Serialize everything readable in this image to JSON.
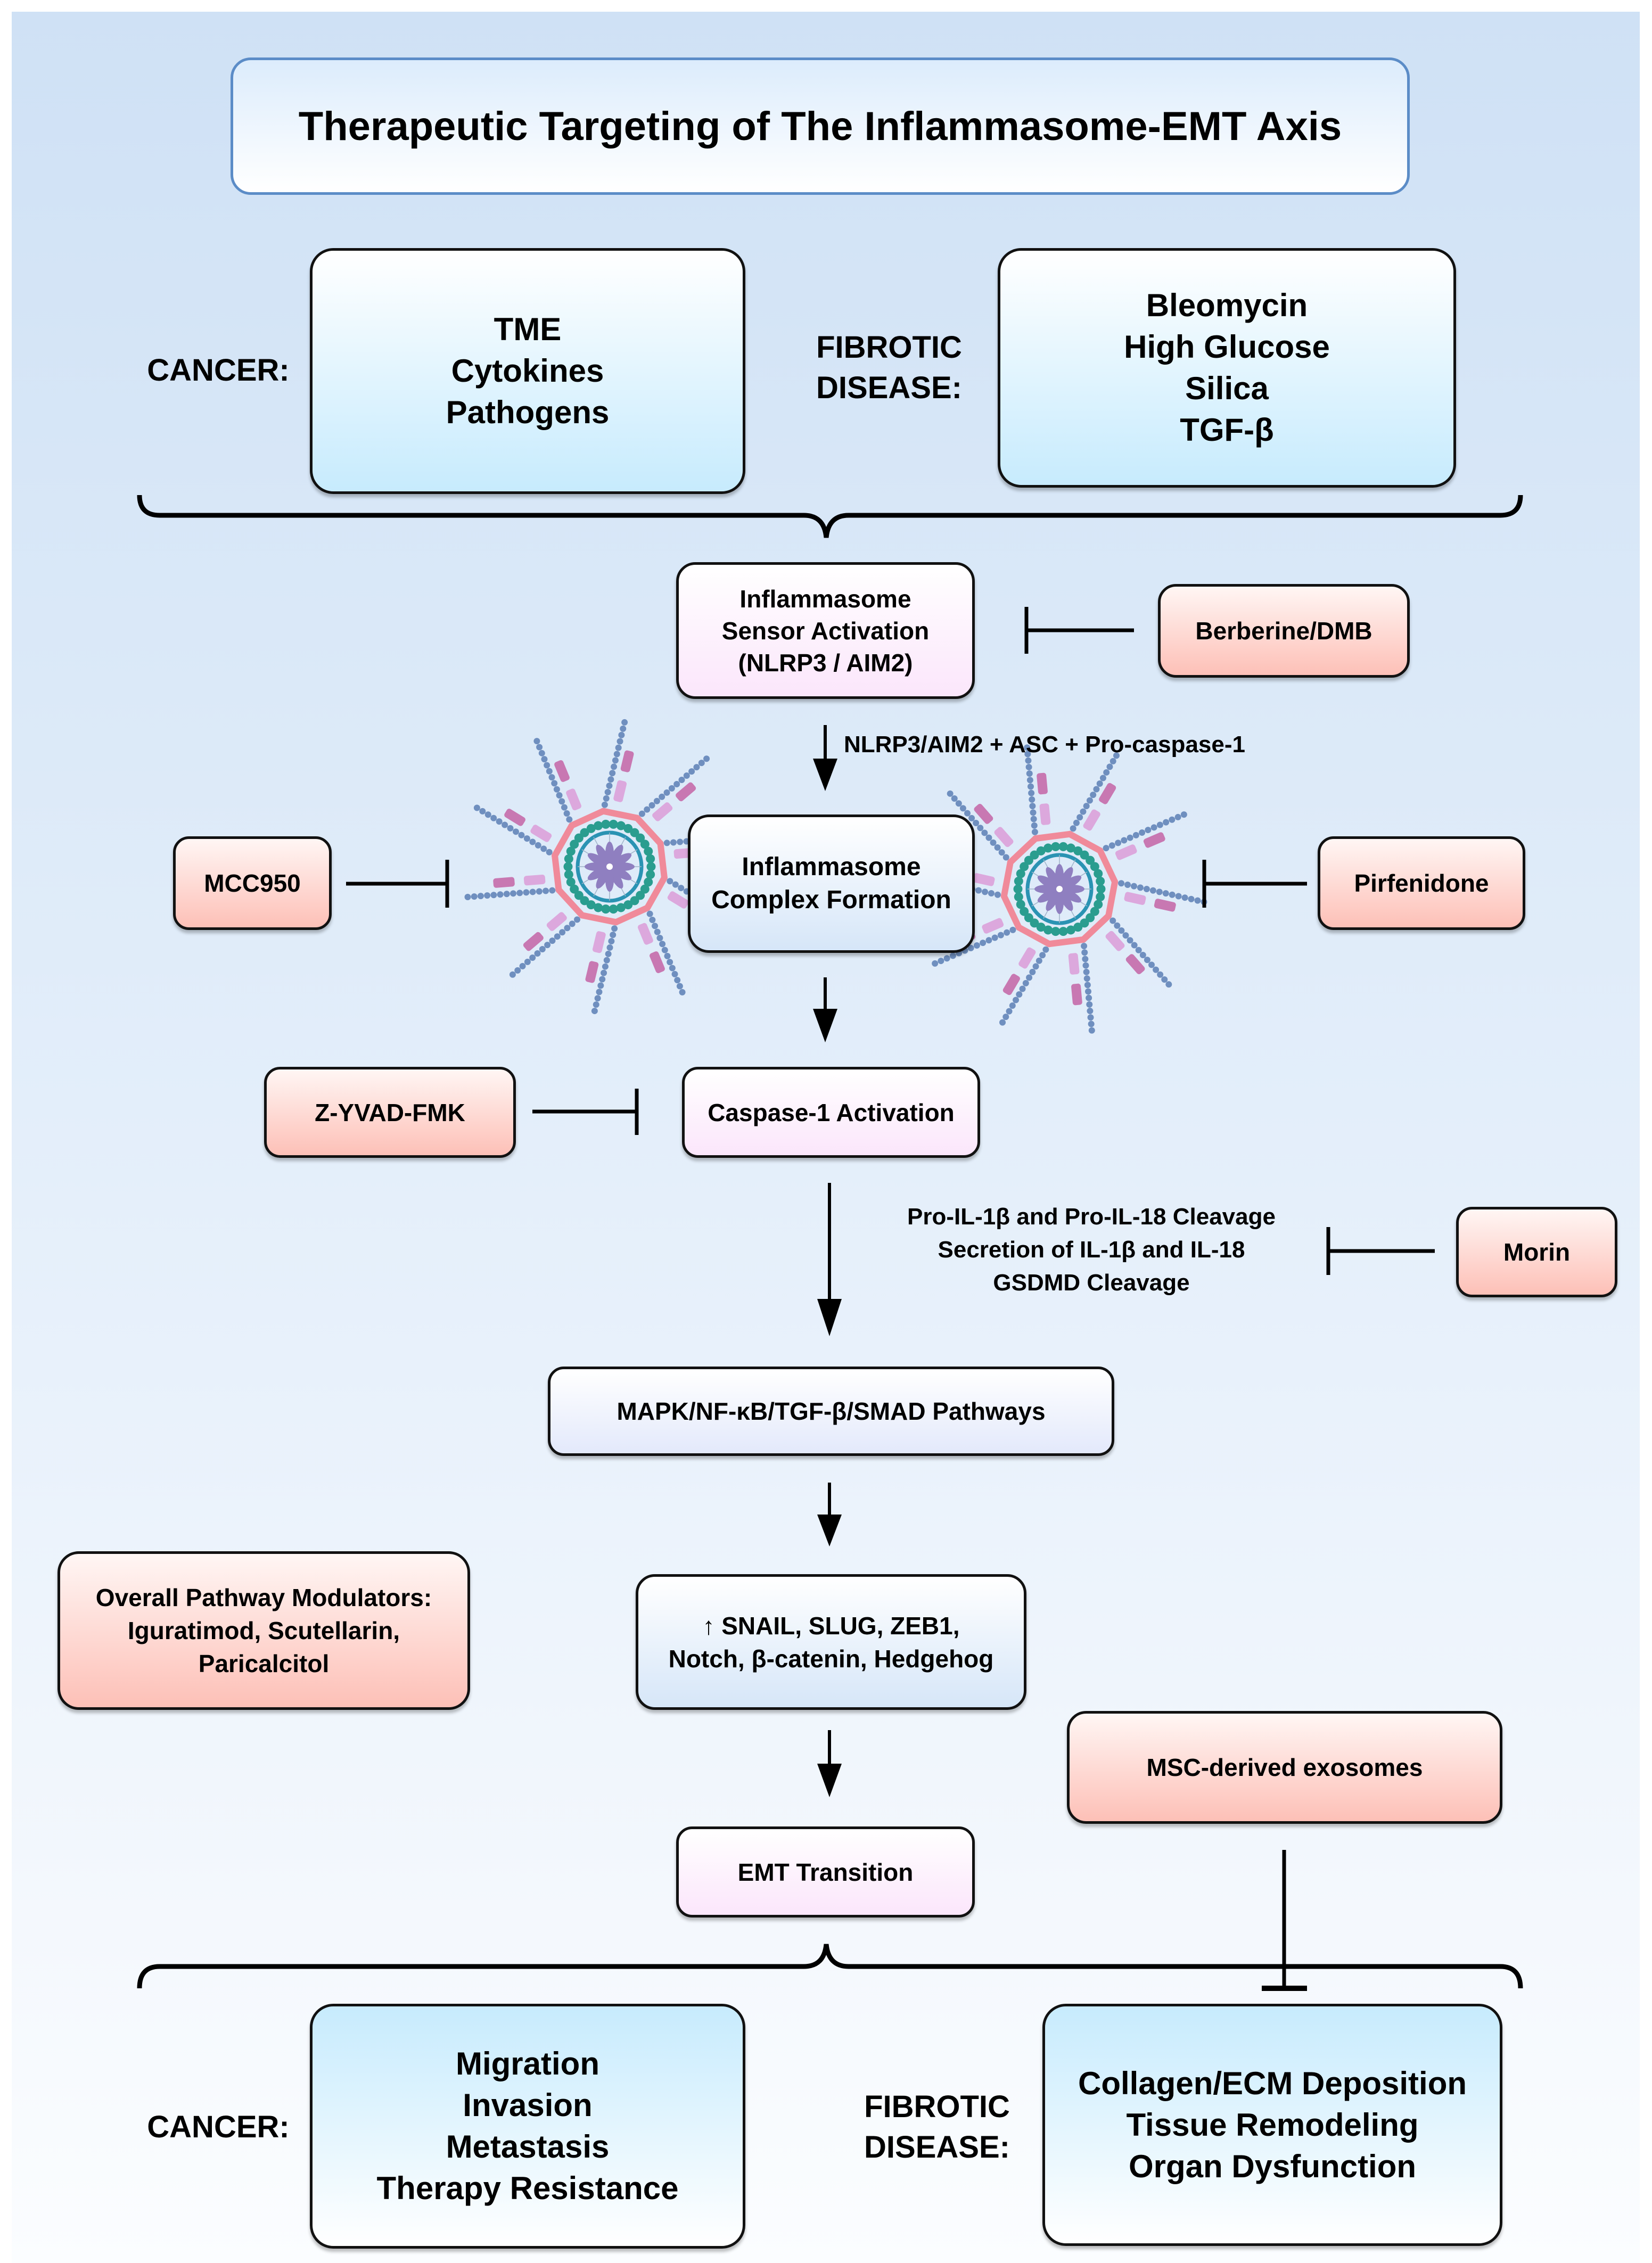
{
  "title": "Therapeutic Targeting of The Inflammasome-EMT Axis",
  "triggers": {
    "cancer": {
      "label": "CANCER:",
      "items": [
        "TME",
        "Cytokines",
        "Pathogens"
      ]
    },
    "fibrotic": {
      "label_line1": "FIBROTIC",
      "label_line2": "DISEASE:",
      "items": [
        "Bleomycin",
        "High Glucose",
        "Silica",
        "TGF-β"
      ]
    }
  },
  "pathway": {
    "sensor": [
      "Inflammasome",
      "Sensor Activation",
      "(NLRP3 / AIM2)"
    ],
    "assembly_label": "NLRP3/AIM2 + ASC + Pro-caspase-1",
    "complex": [
      "Inflammasome",
      "Complex Formation"
    ],
    "caspase": "Caspase-1 Activation",
    "cleavage_effects": [
      "Pro-IL-1β and Pro-IL-18 Cleavage",
      "Secretion of IL-1β and IL-18",
      "GSDMD Cleavage"
    ],
    "signaling": "MAPK/NF-κB/TGF-β/SMAD Pathways",
    "transcription": [
      "↑ SNAIL, SLUG, ZEB1,",
      "Notch, β-catenin, Hedgehog"
    ],
    "emt": "EMT Transition"
  },
  "inhibitors": {
    "berberine": "Berberine/DMB",
    "mcc950": "MCC950",
    "pirfenidone": "Pirfenidone",
    "zyvad": "Z-YVAD-FMK",
    "morin": "Morin",
    "overall": [
      "Overall Pathway Modulators:",
      "Iguratimod, Scutellarin,",
      "Paricalcitol"
    ],
    "msc": "MSC-derived exosomes"
  },
  "outcomes": {
    "cancer": {
      "label": "CANCER:",
      "items": [
        "Migration",
        "Invasion",
        "Metastasis",
        "Therapy Resistance"
      ]
    },
    "fibrotic": {
      "label_line1": "FIBROTIC",
      "label_line2": "DISEASE:",
      "items": [
        "Collagen/ECM Deposition",
        "Tissue Remodeling",
        "Organ Dysfunction"
      ]
    }
  },
  "colors": {
    "title_border": "#5b8cc7",
    "inhibitor_fill": "#fdc0b7",
    "trigger_fill": "#c7ebfd",
    "pathway_fill": "#fbe6fb",
    "inflammasome_ring": "#f08a9a",
    "inflammasome_asc": "#2a9d8f",
    "inflammasome_core": "#8f7fc0",
    "inflammasome_filament": "#6f8fbf"
  }
}
